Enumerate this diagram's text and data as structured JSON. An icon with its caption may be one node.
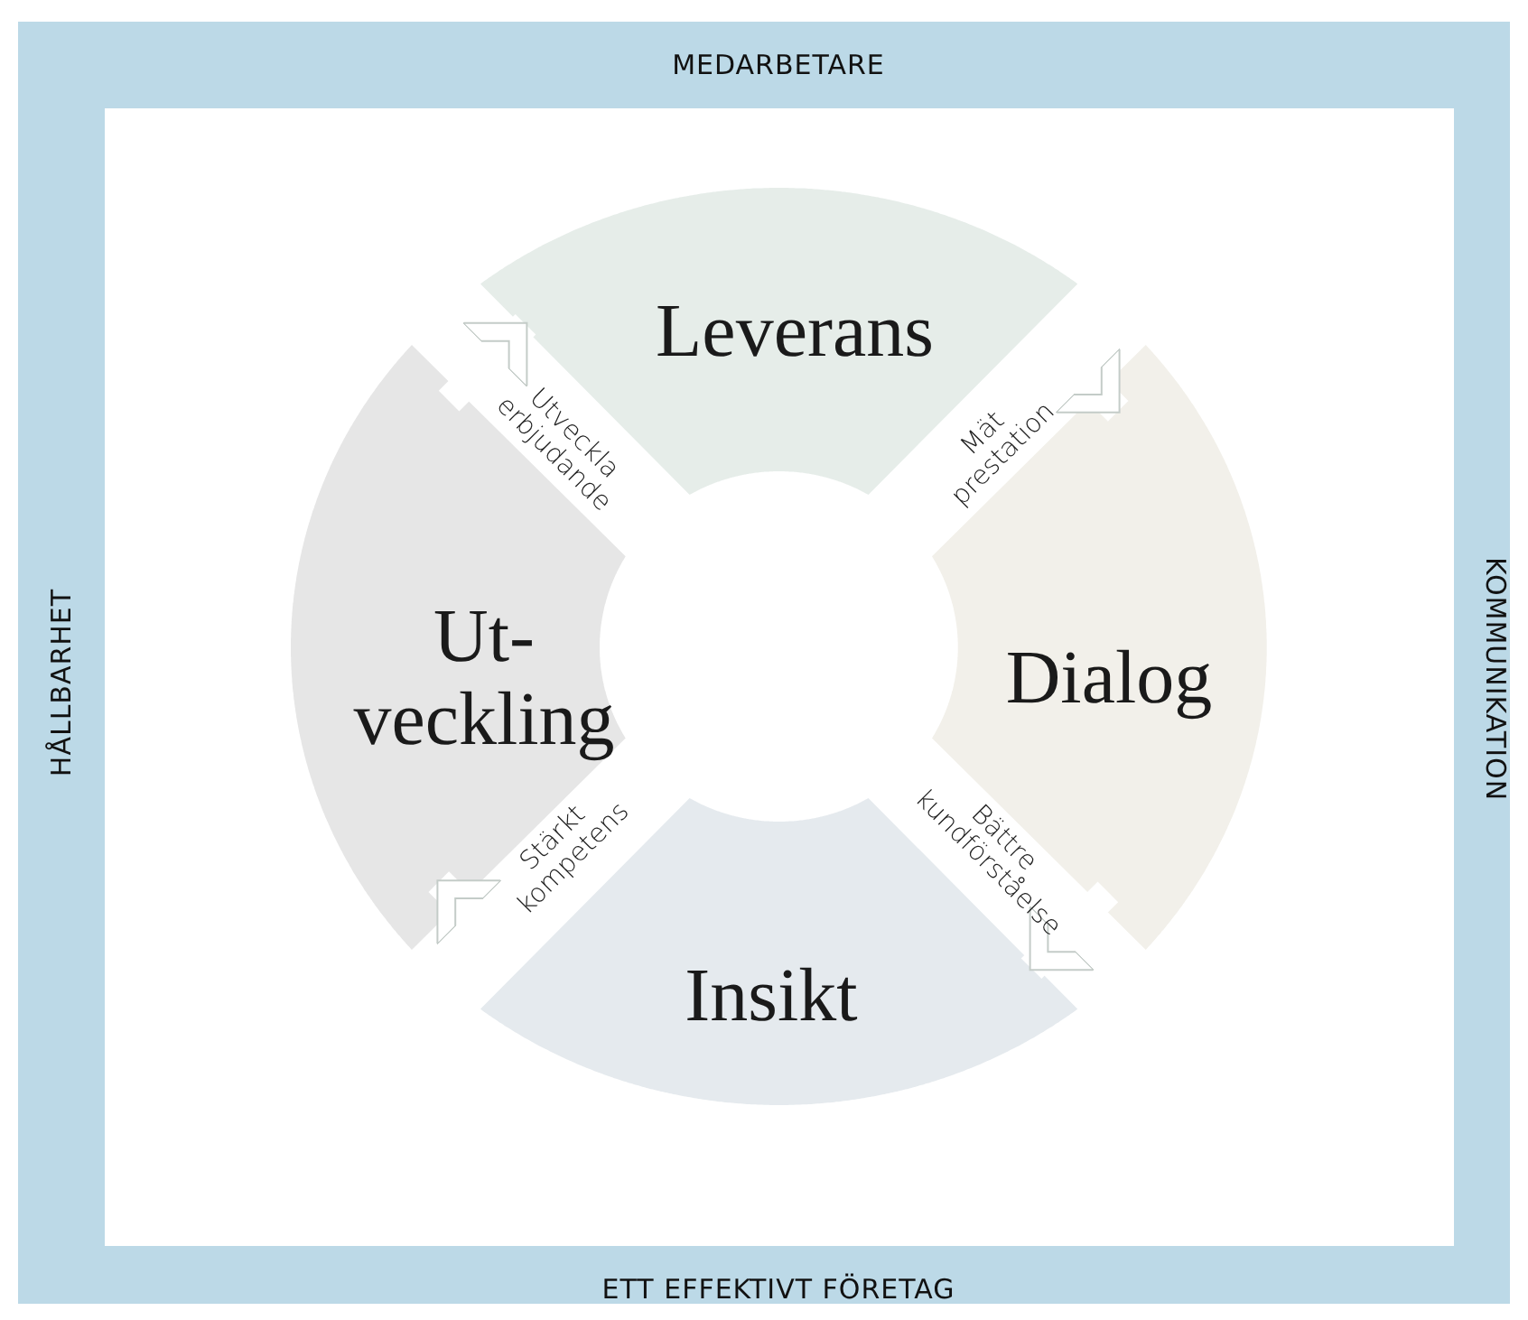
{
  "diagram": {
    "nodes": [
      {
        "text": [
          "Leverans"
        ]
      },
      {
        "text": [
          "Dialog"
        ]
      },
      {
        "text": [
          "Insikt"
        ]
      },
      {
        "text": [
          "Ut- veckling"
        ]
      }
    ],
    "edges": [
      {
        "from": 3,
        "to": 0,
        "arrow": "to",
        "label": "Utveckla erbjudande"
      },
      {
        "from": 0,
        "to": 1,
        "arrow": "to",
        "label": "Mät prestation"
      },
      {
        "from": 1,
        "to": 2,
        "arrow": "to",
        "label": "Bättre kundförståelse"
      },
      {
        "from": 2,
        "to": 3,
        "arrow": "to",
        "label": "Stärkt kompetens"
      }
    ],
    "labels": [
      "MEDARBETARE",
      "HÅLLBARHET",
      "KOMMUNIKATION",
      "ETT EFFEKTIVT FÖRETAG"
    ]
  }
}
